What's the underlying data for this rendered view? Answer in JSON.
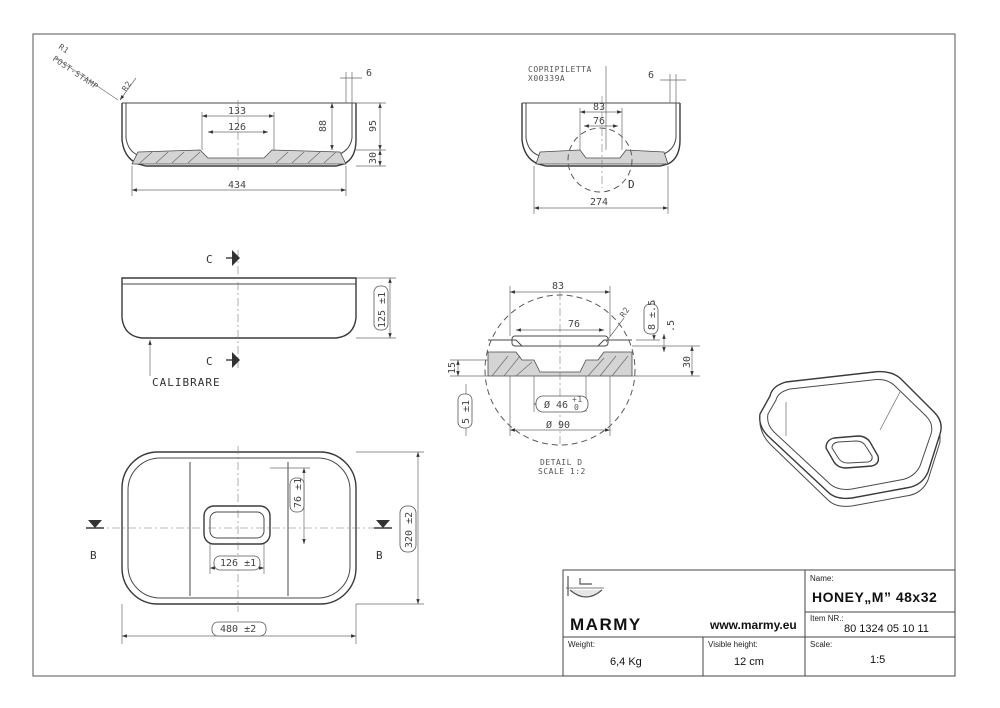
{
  "drawing": {
    "front_view": {
      "labels": {
        "r1": "R1",
        "post_stamp": "POST-STAMP",
        "r2": "R2"
      },
      "dims": {
        "wall": "6",
        "d133": "133",
        "d126": "126",
        "h88": "88",
        "h95": "95",
        "h30": "30",
        "w434": "434"
      }
    },
    "side_view": {
      "label": "COPRIPILETTA",
      "code": "X00339A",
      "dims": {
        "wall": "6",
        "d83": "83",
        "d76": "76",
        "w274": "274"
      },
      "detail_marker": "D"
    },
    "elevation_view": {
      "section_c": "C",
      "calibrate": "CALIBRARE",
      "height": "125 ±1"
    },
    "detail_view": {
      "d83": "83",
      "d76": "76",
      "r2": "R2",
      "d8": "8 ±.5",
      "d5a": ".5",
      "d15": "15",
      "d30": "30",
      "d5b": "5 ±1",
      "d46": "Ø 46",
      "d46tol": "+1",
      "d46tol2": "0",
      "d90": "Ø 90",
      "caption1": "DETAIL D",
      "caption2": "SCALE 1:2"
    },
    "plan_view": {
      "section_b": "B",
      "d76": "76 ±1",
      "d126": "126 ±1",
      "d320": "320 ±2",
      "d480": "480 ±2"
    }
  },
  "title_block": {
    "name_label": "Name:",
    "name_value": "HONEY„M” 48x32",
    "brand": "MARMY",
    "website": "www.marmy.eu",
    "item_label": "Item NR.:",
    "item_value": "80 1324 05 10 11",
    "weight_label": "Weight:",
    "weight_value": "6,4 Kg",
    "visible_height_label": "Visible height:",
    "visible_height_value": "12 cm",
    "scale_label": "Scale:",
    "scale_value": "1:5"
  }
}
